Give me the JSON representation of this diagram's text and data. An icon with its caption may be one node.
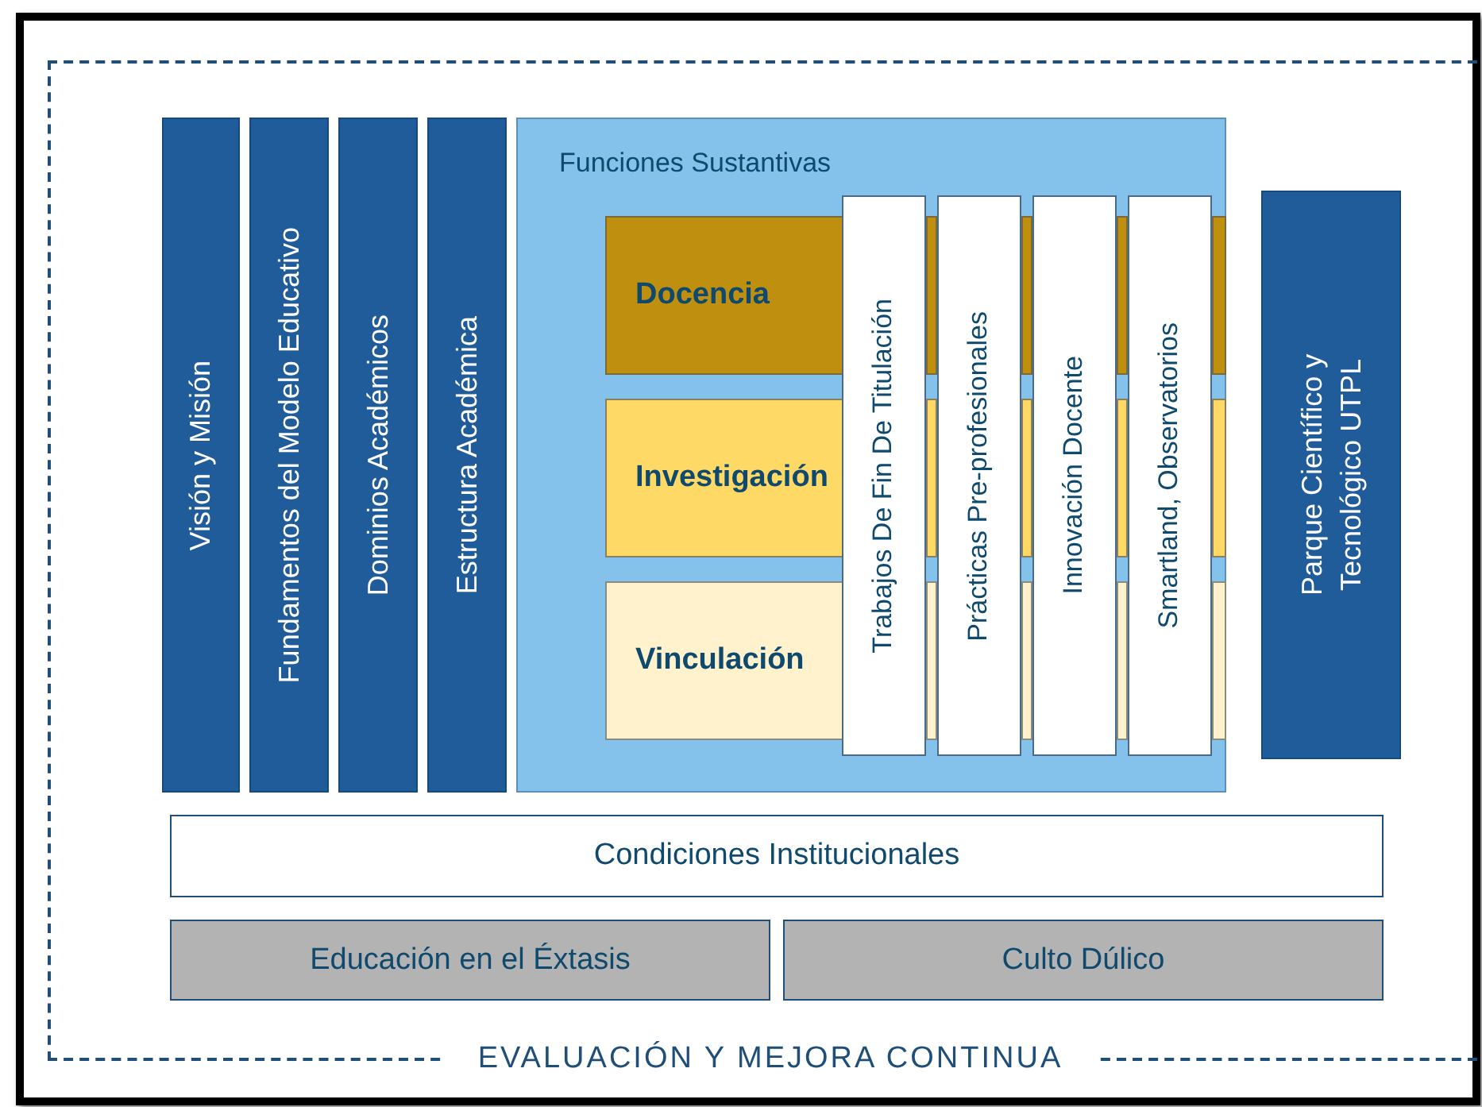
{
  "diagram": {
    "nodes": [
      {
        "text": [
          "EVALUACIÓN Y MEJORA CONTINUA"
        ]
      },
      {
        "text": [
          "Visión y Misión"
        ],
        "in": 0
      },
      {
        "text": [
          "Fundamentos del Modelo Educativo"
        ],
        "in": 0
      },
      {
        "text": [
          "Dominios Académicos"
        ],
        "in": 0
      },
      {
        "text": [
          "Estructura Académica"
        ],
        "in": 0
      },
      {
        "text": [
          "Funciones Sustantivas"
        ],
        "in": 0
      },
      {
        "text": [
          "Docencia"
        ],
        "in": 5
      },
      {
        "text": [
          "Investigación"
        ],
        "in": 5
      },
      {
        "text": [
          "Vinculación"
        ],
        "in": 5
      },
      {
        "text": [
          "Trabajos De Fin De Titulación"
        ],
        "in": 5
      },
      {
        "text": [
          "Prácticas Pre-profesionales"
        ],
        "in": 5
      },
      {
        "text": [
          "Innovación Docente"
        ],
        "in": 5
      },
      {
        "text": [
          "Smartland, Observatorios"
        ],
        "in": 5
      },
      {
        "text": [
          "Parque Científico y Tecnológico UTPL"
        ],
        "in": 0
      },
      {
        "text": [
          "Condiciones Institucionales"
        ],
        "in": 0
      },
      {
        "text": [
          "Educación en el Éxtasis"
        ],
        "in": 0
      },
      {
        "text": [
          "Culto Dúlico"
        ],
        "in": 0
      }
    ]
  }
}
